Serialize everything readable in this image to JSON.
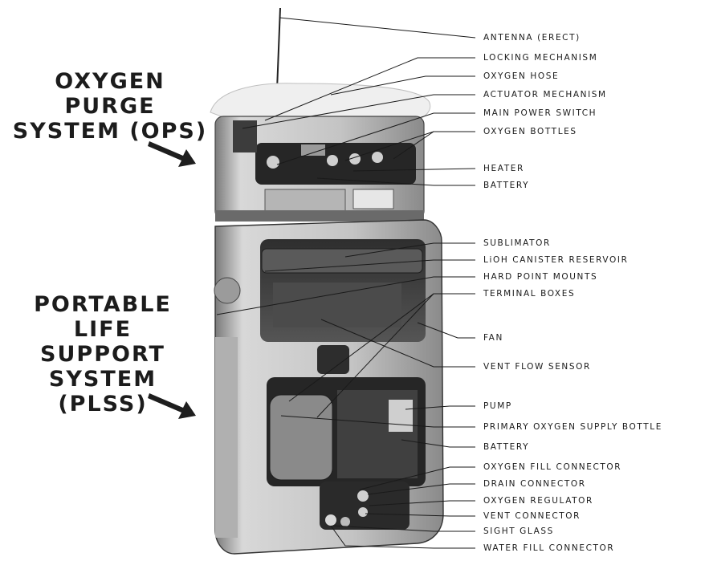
{
  "ops_title": {
    "line1": "OXYGEN PURGE",
    "line2": "SYSTEM (OPS)"
  },
  "plss_title": {
    "line1": "PORTABLE LIFE",
    "line2": "SUPPORT",
    "line3": "SYSTEM",
    "line4": "(PLSS)"
  },
  "callouts": [
    {
      "label": "ANTENNA (ERECT)"
    },
    {
      "label": "LOCKING MECHANISM"
    },
    {
      "label": "OXYGEN HOSE"
    },
    {
      "label": "ACTUATOR MECHANISM"
    },
    {
      "label": "MAIN POWER SWITCH"
    },
    {
      "label": "OXYGEN BOTTLES"
    },
    {
      "label": "HEATER"
    },
    {
      "label": "BATTERY"
    },
    {
      "label": "SUBLIMATOR"
    },
    {
      "label": "LiOH CANISTER RESERVOIR"
    },
    {
      "label": "HARD POINT MOUNTS"
    },
    {
      "label": "TERMINAL BOXES"
    },
    {
      "label": "FAN"
    },
    {
      "label": "VENT FLOW SENSOR"
    },
    {
      "label": "PUMP"
    },
    {
      "label": "PRIMARY OXYGEN SUPPLY BOTTLE"
    },
    {
      "label": "BATTERY"
    },
    {
      "label": "OXYGEN FILL CONNECTOR"
    },
    {
      "label": "DRAIN CONNECTOR"
    },
    {
      "label": "OXYGEN REGULATOR"
    },
    {
      "label": "VENT CONNECTOR"
    },
    {
      "label": "SIGHT GLASS"
    },
    {
      "label": "WATER FILL CONNECTOR"
    }
  ],
  "colors": {
    "ink": "#1a1a1a",
    "shell": "#c9c9c9",
    "shell_dark": "#3a3a3a",
    "background": "#ffffff"
  }
}
